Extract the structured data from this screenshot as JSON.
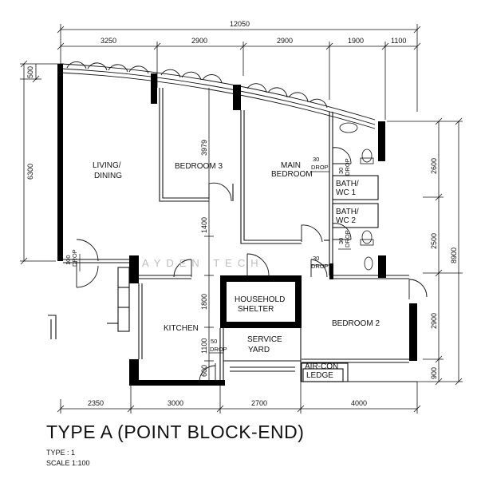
{
  "plan": {
    "title": "TYPE A (POINT BLOCK-END)",
    "type_line": "TYPE : 1",
    "scale_line": "SCALE  1:100",
    "watermark": "AYDEN TECH",
    "dimensions": {
      "overall_top": "12050",
      "top": [
        "3250",
        "2900",
        "2900",
        "1900",
        "1100"
      ],
      "bottom": [
        "2350",
        "3000",
        "2700",
        "4000"
      ],
      "left_outer": "6300",
      "left_top": "500",
      "right_inner": [
        "2600",
        "2500",
        "2900",
        "900"
      ],
      "right_outer": "8900",
      "bedroom3_depth": "3979",
      "inner_mid": [
        "1400",
        "1800",
        "1100",
        "600"
      ]
    },
    "rooms": {
      "living": [
        "LIVING/",
        "DINING"
      ],
      "bedroom3": "BEDROOM 3",
      "main_bedroom": [
        "MAIN",
        "BEDROOM"
      ],
      "bath1": [
        "BATH/",
        "WC 1"
      ],
      "bath2": [
        "BATH/",
        "WC 2"
      ],
      "kitchen": "KITCHEN",
      "shelter": [
        "HOUSEHOLD",
        "SHELTER"
      ],
      "service_yard": [
        "SERVICE",
        "YARD"
      ],
      "bedroom2": "BEDROOM 2",
      "aircon": [
        "AIR-CON",
        "LEDGE"
      ]
    },
    "drops": {
      "d30": "30",
      "d50": "50",
      "d100": "100",
      "drop": "DROP"
    }
  }
}
